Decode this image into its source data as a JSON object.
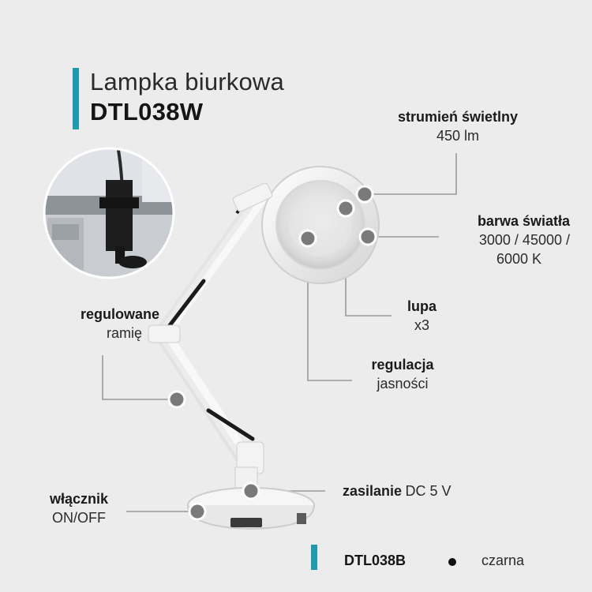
{
  "header": {
    "line1": "Lampka biurkowa",
    "line2": "DTL038W"
  },
  "specs": {
    "flux": {
      "label": "strumień świetlny",
      "value": "450 lm"
    },
    "color": {
      "label": "barwa światła",
      "value1": "3000 / 45000 /",
      "value2": "6000 K"
    },
    "lens": {
      "label": "lupa",
      "value": "x3"
    },
    "dim": {
      "label": "regulacja",
      "value": "jasności"
    },
    "arm": {
      "label": "regulowane",
      "value": "ramię"
    },
    "power": {
      "label": "zasilanie",
      "value": "DC 5 V"
    },
    "switch": {
      "label": "włącznik",
      "value": "ON/OFF"
    }
  },
  "footer": {
    "model": "DTL038B",
    "color": "czarna"
  },
  "colors": {
    "accent": "#1f9bb1",
    "background": "#ececec",
    "callout_dot": "#7a7a7a"
  }
}
